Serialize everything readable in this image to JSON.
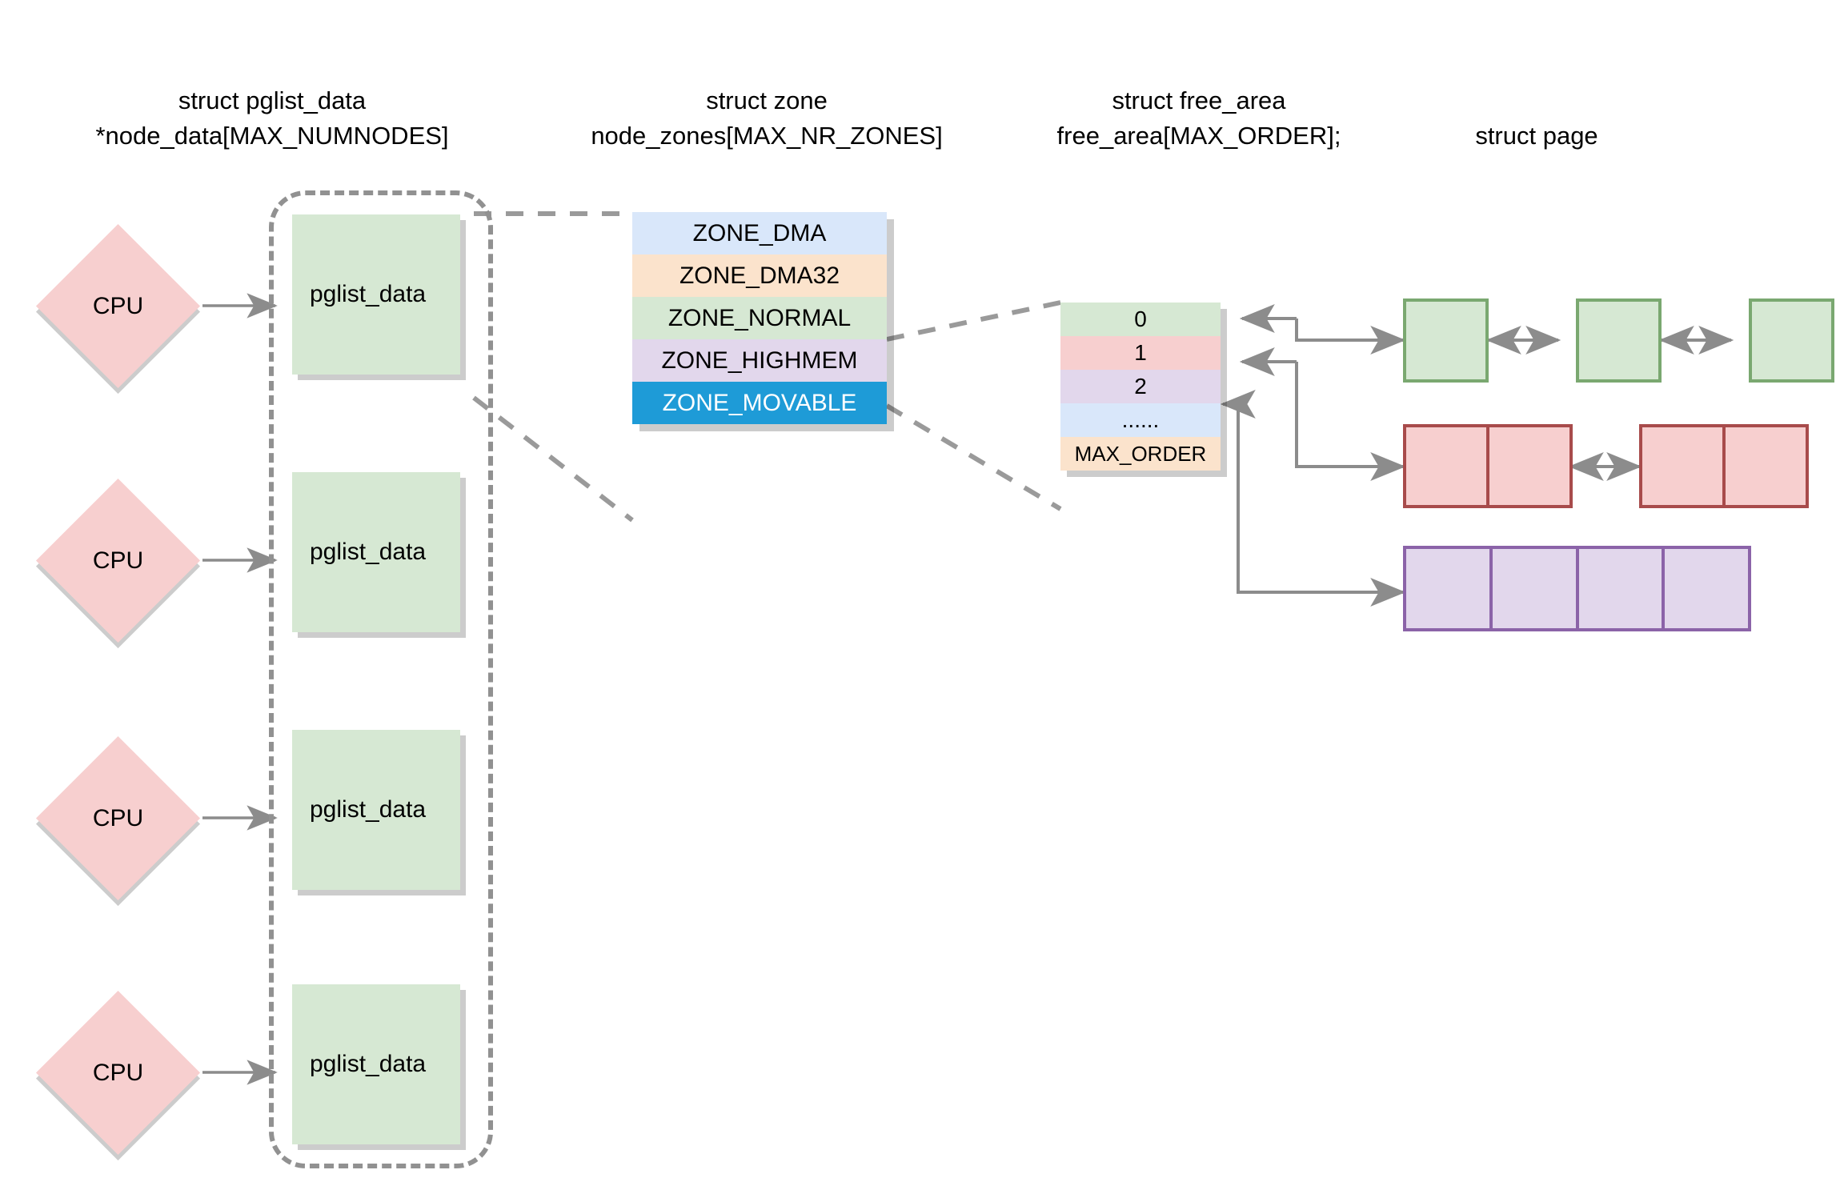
{
  "headings": [
    {
      "line1": "struct pglist_data",
      "line2": "*node_data[MAX_NUMNODES]"
    },
    {
      "line1": "struct zone",
      "line2": "node_zones[MAX_NR_ZONES]"
    },
    {
      "line1": "struct free_area",
      "line2": "free_area[MAX_ORDER];"
    },
    {
      "line1": "struct page",
      "line2": ""
    }
  ],
  "cpus": [
    {
      "label": "CPU"
    },
    {
      "label": "CPU"
    },
    {
      "label": "CPU"
    },
    {
      "label": "CPU"
    }
  ],
  "nodes": [
    {
      "label": "pglist_data"
    },
    {
      "label": "pglist_data"
    },
    {
      "label": "pglist_data"
    },
    {
      "label": "pglist_data"
    }
  ],
  "zones": [
    {
      "label": "ZONE_DMA",
      "bg": "#d9e7fa",
      "fg": "#000000"
    },
    {
      "label": "ZONE_DMA32",
      "bg": "#fbe3cc",
      "fg": "#000000"
    },
    {
      "label": "ZONE_NORMAL",
      "bg": "#d6e8d3",
      "fg": "#000000"
    },
    {
      "label": "ZONE_HIGHMEM",
      "bg": "#e2d7ec",
      "fg": "#000000"
    },
    {
      "label": "ZONE_MOVABLE",
      "bg": "#1e9bd7",
      "fg": "#ffffff"
    }
  ],
  "free_area": [
    {
      "label": "0",
      "bg": "#d6e8d3"
    },
    {
      "label": "1",
      "bg": "#f7cfcf"
    },
    {
      "label": "2",
      "bg": "#e2d7ec"
    },
    {
      "label": "......",
      "bg": "#d9e7fa"
    },
    {
      "label": "MAX_ORDER",
      "bg": "#fbe3cc"
    }
  ],
  "page_rows": [
    {
      "order": "0",
      "fill": "#d6e8d3",
      "stroke": "#7aa870",
      "groups": [
        {
          "cells": 1
        },
        {
          "cells": 1
        },
        {
          "cells": 1
        }
      ]
    },
    {
      "order": "1",
      "fill": "#f7cfcf",
      "stroke": "#a84b4b",
      "groups": [
        {
          "cells": 2
        },
        {
          "cells": 2
        }
      ]
    },
    {
      "order": "2",
      "fill": "#e2d7ec",
      "stroke": "#8b63a8",
      "groups": [
        {
          "cells": 4
        }
      ]
    }
  ],
  "colors": {
    "connector": "#8c8c8c",
    "dashed_border": "#919191",
    "shadow": "rgba(0,0,0,0.20)",
    "background": "#ffffff"
  }
}
